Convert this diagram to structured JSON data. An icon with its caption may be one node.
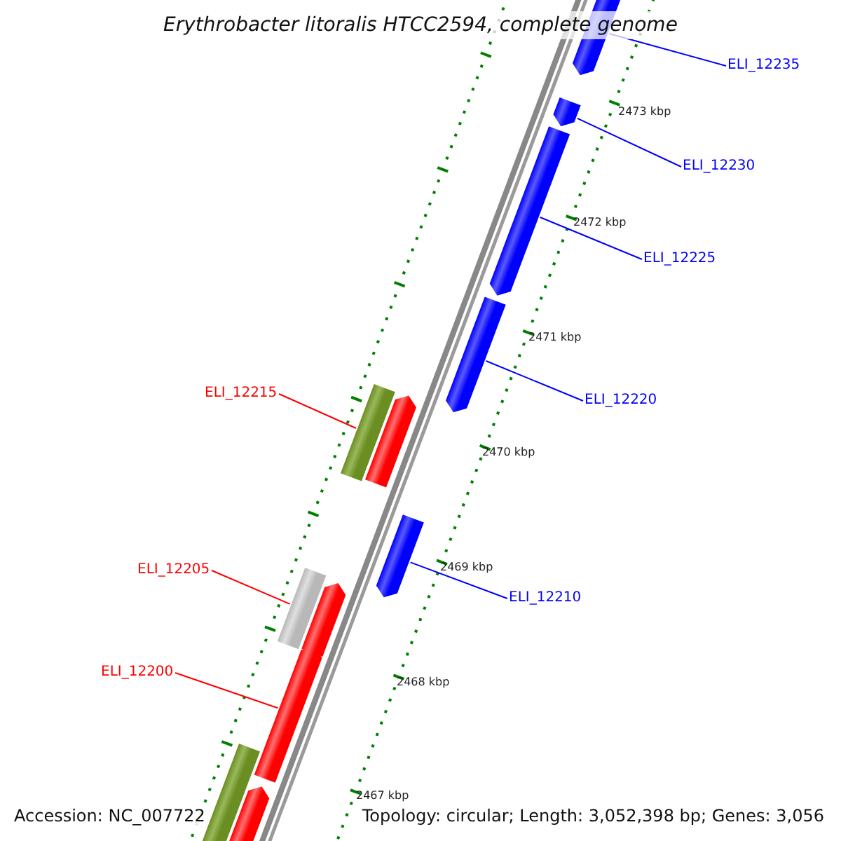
{
  "diagram": {
    "title": "Erythrobacter litoralis HTCC2594, complete genome",
    "nodes": [
      {
        "text": [
          "ELI_12235"
        ]
      },
      {
        "text": [],
        "shape": "arrow"
      },
      {
        "text": [
          "ELI_12230"
        ]
      },
      {
        "text": [],
        "shape": "arrow"
      },
      {
        "text": [
          "ELI_12225"
        ]
      },
      {
        "text": [],
        "shape": "arrow"
      },
      {
        "text": [
          "ELI_12220"
        ]
      },
      {
        "text": [],
        "shape": "arrow"
      },
      {
        "text": [
          "ELI_12215"
        ]
      },
      {
        "text": [],
        "shape": "bar"
      },
      {
        "text": [
          "ELI_12205"
        ]
      },
      {
        "text": [],
        "shape": "bar"
      },
      {
        "text": [
          "ELI_12210"
        ]
      },
      {
        "text": [],
        "shape": "arrow"
      },
      {
        "text": [
          "ELI_12200"
        ]
      },
      {
        "text": [],
        "shape": "arrow"
      },
      {
        "text": [],
        "shape": "arrow"
      },
      {
        "text": [],
        "shape": "arrow"
      },
      {
        "text": [],
        "shape": "bar"
      },
      {
        "text": [],
        "shape": "arrow"
      }
    ],
    "edges": [
      {
        "from": 0,
        "to": 1,
        "arrow": "none"
      },
      {
        "from": 2,
        "to": 3,
        "arrow": "none"
      },
      {
        "from": 4,
        "to": 5,
        "arrow": "none"
      },
      {
        "from": 6,
        "to": 7,
        "arrow": "none"
      },
      {
        "from": 8,
        "to": 9,
        "arrow": "none",
        "color": "#ff0000"
      },
      {
        "from": 10,
        "to": 11,
        "arrow": "none",
        "color": "#ff0000"
      },
      {
        "from": 12,
        "to": 13,
        "arrow": "none"
      },
      {
        "from": 14,
        "to": 15,
        "arrow": "none",
        "color": "#ff0000"
      }
    ],
    "labels": [
      "2473 kbp",
      "2472 kbp",
      "2471 kbp",
      "2470 kbp",
      "2469 kbp",
      "2468 kbp",
      "2467 kbp",
      "Accession: NC_007722",
      "Topology: circular; Length: 3,052,398 bp; Genes: 3,056"
    ]
  }
}
